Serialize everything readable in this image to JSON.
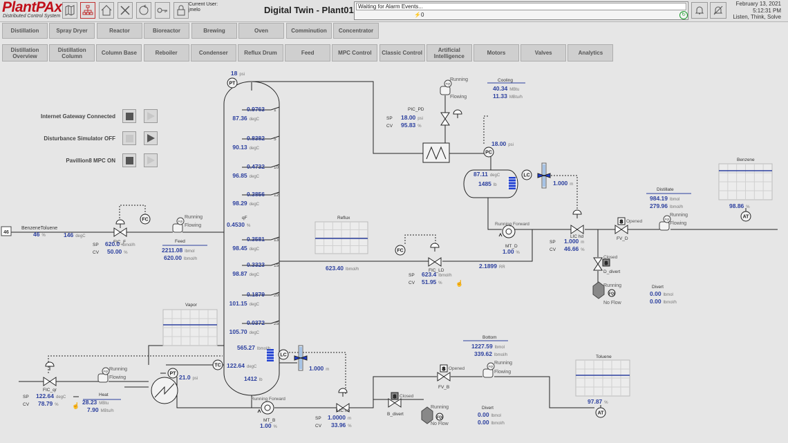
{
  "header": {
    "logo_main": "PlantPAx",
    "logo_sub": "Distributed Control System",
    "user_label": "Current User:",
    "user_name": "jmelo",
    "title": "Digital Twin - Plant01",
    "alarm_text": "Waiting for Alarm Events...",
    "alarm_count": "0",
    "date": "February 13, 2021",
    "time": "5:12:31 PM",
    "slogan": "Listen, Think, Solve",
    "toolbar_icons": [
      "map-icon",
      "hierarchy-icon",
      "home-icon",
      "close-icon",
      "refresh-icon",
      "key-icon",
      "lock-icon"
    ]
  },
  "nav_top": [
    "Distillation",
    "Spray Dryer",
    "Reactor",
    "Bioreactor",
    "Brewing",
    "Oven",
    "Comminution",
    "Concentrator"
  ],
  "nav_sub": [
    "Distillation Overview",
    "Distillation Column",
    "Column Base",
    "Reboiler",
    "Condenser",
    "Reflux Drum",
    "Feed",
    "MPC Control",
    "Classic Control",
    "Artificial Intelligence",
    "Motors",
    "Valves",
    "Analytics"
  ],
  "status": [
    {
      "label": "Internet Gateway Connected"
    },
    {
      "label": "Disturbance Simulator OFF"
    },
    {
      "label": "Pavillion8 MPC ON"
    }
  ],
  "column": {
    "pressure": "18",
    "pressure_unit": "psi",
    "trays": [
      {
        "frac": "0.9763",
        "temp": "87.36",
        "tray": "1"
      },
      {
        "frac": "0.8382",
        "temp": "90.13",
        "tray": "5"
      },
      {
        "frac": "0.4732",
        "temp": "96.85",
        "tray": "10"
      },
      {
        "frac": "0.3856",
        "temp": "98.29",
        "tray": "12"
      },
      {
        "frac": "0.3581",
        "temp": "98.45",
        "tray": "13"
      },
      {
        "frac": "0.3323",
        "temp": "98.87",
        "tray": "15"
      },
      {
        "frac": "0.1879",
        "temp": "101.15",
        "tray": "20"
      },
      {
        "frac": "0.0372",
        "temp": "105.70",
        "tray": "25"
      }
    ],
    "qf_label": "qF",
    "qf": "0.4530",
    "qf_unit": "%",
    "degc": "degC",
    "bottom_flow": "565.27",
    "bottom_flow_unit": "lbmol/h",
    "bottom_temp": "122.64",
    "bottom_level": "1412",
    "bottom_level_unit": "lb"
  },
  "feed": {
    "tag": "46",
    "name": "BenzeneToluene",
    "pct": "46",
    "pct_unit": "%",
    "temp": "146",
    "temp_unit": "degC",
    "fc": "FC",
    "fic": "FIC_F",
    "sp": "620.0",
    "sp_unit": "lbmol/h",
    "cv": "50.00",
    "cv_unit": "%",
    "fqi_state": "Running",
    "fqi_state2": "Flowing",
    "feed_label": "Feed",
    "feed_val1": "2211.08",
    "feed_unit1": "lbmol",
    "feed_val2": "620.00",
    "feed_unit2": "lbmol/h"
  },
  "condenser": {
    "running": "Running",
    "flowing": "Flowing",
    "cooling_label": "Cooling",
    "cooling1": "40.34",
    "cooling1_unit": "MBtu",
    "cooling2": "11.33",
    "cooling2_unit": "MBtu/h",
    "pic": "PIC_PD",
    "sp": "18.00",
    "sp_unit": "psi",
    "cv": "95.83",
    "cv_unit": "%",
    "pc": "PC",
    "pc_val": "18.00",
    "pc_unit": "psi"
  },
  "drum": {
    "temp": "87.11",
    "temp_unit": "degC",
    "level": "1485",
    "level_unit": "lb",
    "lc": "LC",
    "lc_pct": "1.000",
    "lc_unit": "m"
  },
  "reflux": {
    "label": "Reflux",
    "flow": "623.40",
    "flow_unit": "lbmol/h",
    "fc": "FC",
    "fic": "FIC_LD",
    "sp": "623.4",
    "sp_unit": "lbmol/h",
    "cv": "51.95",
    "cv_unit": "%",
    "rr": "2.1899",
    "rr_unit": "RR"
  },
  "distillate_pump": {
    "running": "Running Forward",
    "name": "MT_D",
    "pct": "1.00",
    "pct_unit": "%",
    "lic": "LIC hd",
    "sp": "1.000",
    "sp_unit": "m",
    "cv": "46.66",
    "cv_unit": "%"
  },
  "distillate": {
    "label": "Distillate",
    "val1": "984.19",
    "unit1": "lbmol",
    "val2": "279.96",
    "unit2": "lbmol/h",
    "fv_state": "Opened",
    "fv": "FV_D",
    "fqi_state": "Running",
    "fqi_state2": "Flowing",
    "benzene_label": "Benzene",
    "benzene": "98.86",
    "benzene_unit": "%",
    "at": "AT",
    "divert_state": "Closed",
    "divert": "D_divert",
    "dv_running": "Running",
    "dv_noflow": "No Flow",
    "divert_label": "Divert",
    "divert1": "0.00",
    "divert1_unit": "lbmol",
    "divert2": "0.00",
    "divert2_unit": "lbmol/h"
  },
  "vapor": {
    "label": "Vapor"
  },
  "reboiler": {
    "fic": "FIC_qr",
    "sp": "122.64",
    "sp_unit": "degC",
    "cv": "78.79",
    "cv_unit": "%",
    "running": "Running",
    "flowing": "Flowing",
    "heat_label": "Heat",
    "heat1": "28.23",
    "heat1_unit": "MBtu",
    "heat2": "7.90",
    "heat2_unit": "MBtu/h",
    "pt_val": "21.0",
    "pt_unit": "psi",
    "lc_val": "1.000",
    "lc_unit": "m"
  },
  "bottom_pump": {
    "running": "Running Forward",
    "name": "MT_B",
    "pct": "1.00",
    "pct_unit": "%",
    "lic": "LIC hb",
    "sp": "1.0000",
    "sp_unit": "m",
    "cv": "33.96",
    "cv_unit": "%",
    "divert_state": "Closed",
    "divert": "B_divert",
    "dv_running": "Running",
    "dv_noflow": "No Flow"
  },
  "bottom": {
    "label": "Bottom",
    "val1": "1227.59",
    "unit1": "lbmol",
    "val2": "339.62",
    "unit2": "lbmol/h",
    "fv_state": "Opened",
    "fv": "FV_B",
    "fqi_state": "Running",
    "fqi_state2": "Flowing",
    "divert_label": "Divert",
    "divert1": "0.00",
    "divert1_unit": "lbmol",
    "divert2": "0.00",
    "divert2_unit": "lbmol/h",
    "toluene_label": "Toluene",
    "toluene": "97.87",
    "toluene_unit": "%",
    "at": "AT"
  },
  "labels": {
    "sp": "SP",
    "cv": "CV",
    "pt": "PT",
    "tc": "TC",
    "lc": "LC",
    "fqi": "FQI",
    "s": "S"
  },
  "colors": {
    "value_blue": "#2b3f9e",
    "line": "#222222",
    "trend": "#2b3f9e",
    "level_blue": "#1f3fd0"
  }
}
